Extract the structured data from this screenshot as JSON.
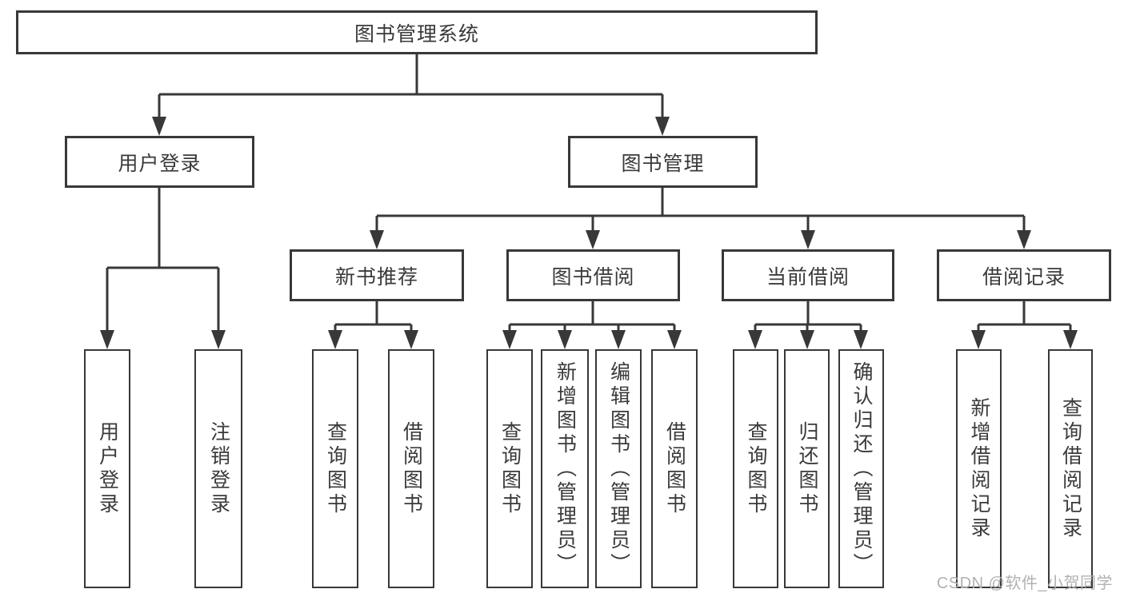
{
  "diagram": {
    "root": {
      "label": "图书管理系统"
    },
    "branches": [
      {
        "label": "用户登录",
        "children": [
          {
            "label": "用户登录"
          },
          {
            "label": "注销登录"
          }
        ]
      },
      {
        "label": "图书管理",
        "children": [
          {
            "label": "新书推荐",
            "children": [
              {
                "label": "查询图书"
              },
              {
                "label": "借阅图书"
              }
            ]
          },
          {
            "label": "图书借阅",
            "children": [
              {
                "label": "查询图书"
              },
              {
                "label": "新增图书（管理员）"
              },
              {
                "label": "编辑图书（管理员）"
              },
              {
                "label": "借阅图书"
              }
            ]
          },
          {
            "label": "当前借阅",
            "children": [
              {
                "label": "查询图书"
              },
              {
                "label": "归还图书"
              },
              {
                "label": "确认归还（管理员）"
              }
            ]
          },
          {
            "label": "借阅记录",
            "children": [
              {
                "label": "新增借阅记录"
              },
              {
                "label": "查询借阅记录"
              }
            ]
          }
        ]
      }
    ]
  },
  "watermark": {
    "text": "CSDN @软件_小贺同学"
  },
  "colors": {
    "line": "#38383a",
    "box_border": "#38383a",
    "text": "#3a3a3c",
    "background": "#ffffff",
    "watermark": "#b3b0b0"
  }
}
